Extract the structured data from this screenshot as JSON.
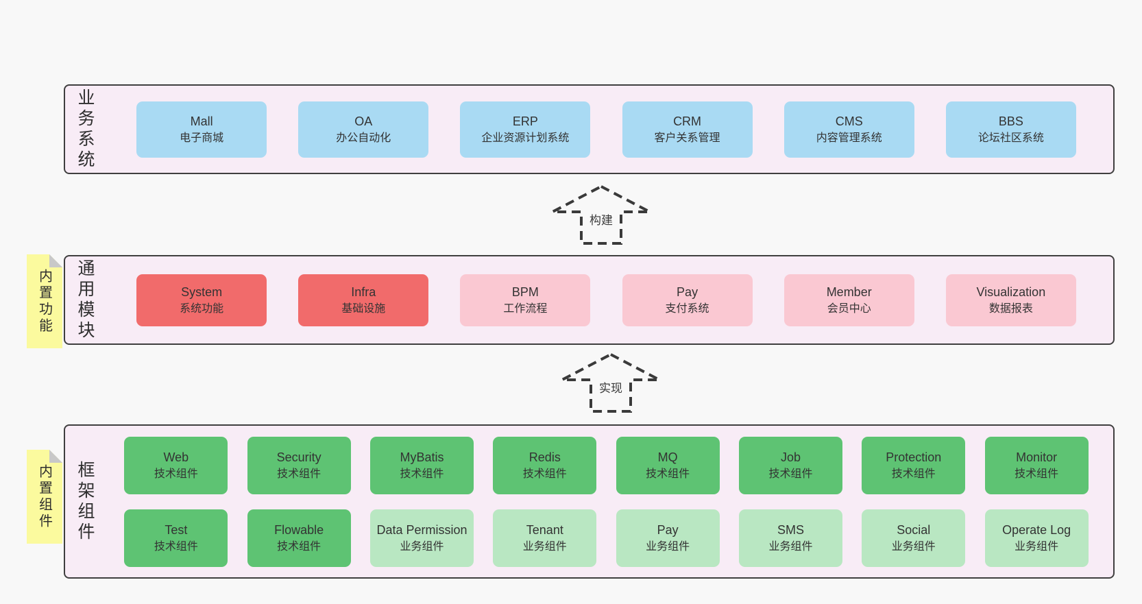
{
  "diagram": {
    "bands": [
      {
        "label": "业务系统",
        "boxes": [
          {
            "title": "Mall",
            "subtitle": "电子商城"
          },
          {
            "title": "OA",
            "subtitle": "办公自动化"
          },
          {
            "title": "ERP",
            "subtitle": "企业资源计划系统"
          },
          {
            "title": "CRM",
            "subtitle": "客户关系管理"
          },
          {
            "title": "CMS",
            "subtitle": "内容管理系统"
          },
          {
            "title": "BBS",
            "subtitle": "论坛社区系统"
          }
        ]
      },
      {
        "label": "通用模块",
        "sticky": "内置功能",
        "boxes": [
          {
            "title": "System",
            "subtitle": "系统功能"
          },
          {
            "title": "Infra",
            "subtitle": "基础设施"
          },
          {
            "title": "BPM",
            "subtitle": "工作流程"
          },
          {
            "title": "Pay",
            "subtitle": "支付系统"
          },
          {
            "title": "Member",
            "subtitle": "会员中心"
          },
          {
            "title": "Visualization",
            "subtitle": "数据报表"
          }
        ]
      },
      {
        "label": "框架组件",
        "sticky": "内置组件",
        "rows": [
          [
            {
              "title": "Web",
              "subtitle": "技术组件"
            },
            {
              "title": "Security",
              "subtitle": "技术组件"
            },
            {
              "title": "MyBatis",
              "subtitle": "技术组件"
            },
            {
              "title": "Redis",
              "subtitle": "技术组件"
            },
            {
              "title": "MQ",
              "subtitle": "技术组件"
            },
            {
              "title": "Job",
              "subtitle": "技术组件"
            },
            {
              "title": "Protection",
              "subtitle": "技术组件"
            },
            {
              "title": "Monitor",
              "subtitle": "技术组件"
            }
          ],
          [
            {
              "title": "Test",
              "subtitle": "技术组件"
            },
            {
              "title": "Flowable",
              "subtitle": "技术组件"
            },
            {
              "title": "Data Permission",
              "subtitle": "业务组件"
            },
            {
              "title": "Tenant",
              "subtitle": "业务组件"
            },
            {
              "title": "Pay",
              "subtitle": "业务组件"
            },
            {
              "title": "SMS",
              "subtitle": "业务组件"
            },
            {
              "title": "Social",
              "subtitle": "业务组件"
            },
            {
              "title": "Operate Log",
              "subtitle": "业务组件"
            }
          ]
        ]
      }
    ],
    "arrows": [
      {
        "label": "构建"
      },
      {
        "label": "实现"
      }
    ],
    "colors": {
      "blue": "#a9daf3",
      "red": "#f16b6b",
      "pink": "#fac8d2",
      "green": "#5ec373",
      "light_green": "#b9e7c2",
      "sticky_yellow": "#fbfa9e",
      "band_background": "#f8ecf6",
      "page_background": "#f8f8f8"
    }
  }
}
